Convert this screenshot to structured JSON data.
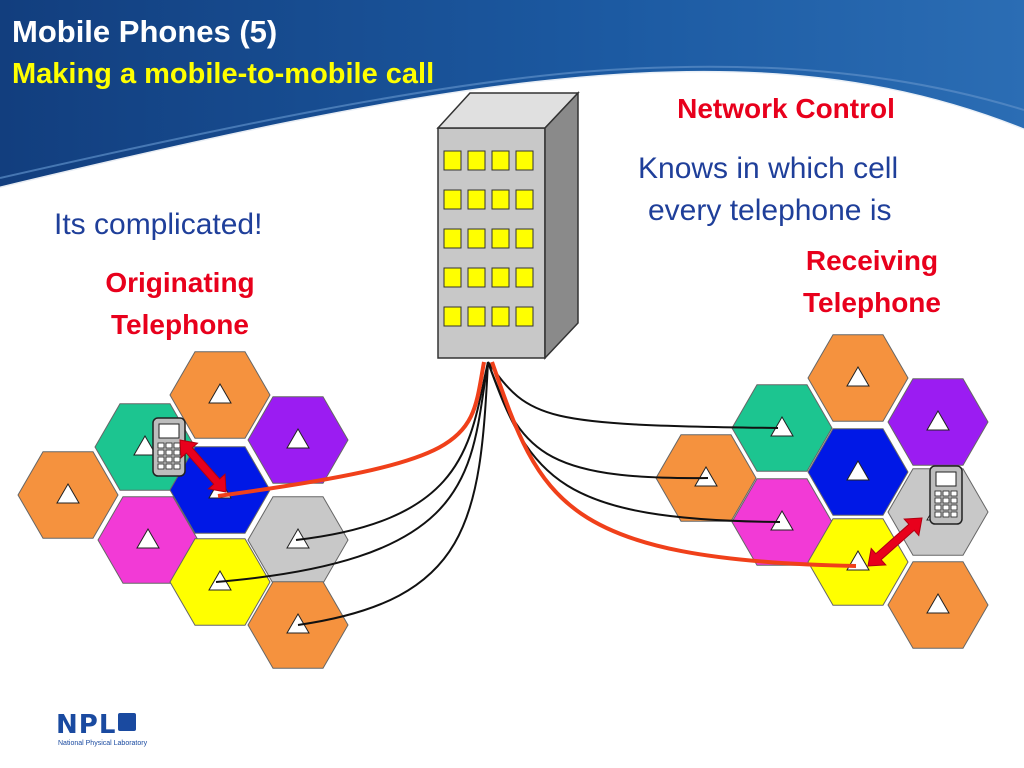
{
  "header": {
    "title": "Mobile Phones (5)",
    "subtitle": "Making a mobile-to-mobile call"
  },
  "labels": {
    "complicated": "Its complicated!",
    "originating_line1": "Originating",
    "originating_line2": "Telephone",
    "network_control": "Network Control",
    "knows_line1": "Knows in which cell",
    "knows_line2": "every telephone is",
    "receiving_line1": "Receiving",
    "receiving_line2": "Telephone"
  },
  "logo": {
    "text": "NPL",
    "subtext": "National Physical Laboratory"
  },
  "colors": {
    "header_blue": "#1a4f93",
    "orange": "#f5923e",
    "purple": "#9b1cf2",
    "teal": "#1cc590",
    "blue": "#0018e6",
    "magenta": "#f23ad6",
    "yellow": "#ffff00",
    "gray": "#c8c8c8",
    "link_red": "#f0401a"
  },
  "icons": [
    "building-icon",
    "mobile-phone-icon",
    "cell-tower-triangle-icon",
    "double-arrow-icon",
    "npl-logo"
  ]
}
